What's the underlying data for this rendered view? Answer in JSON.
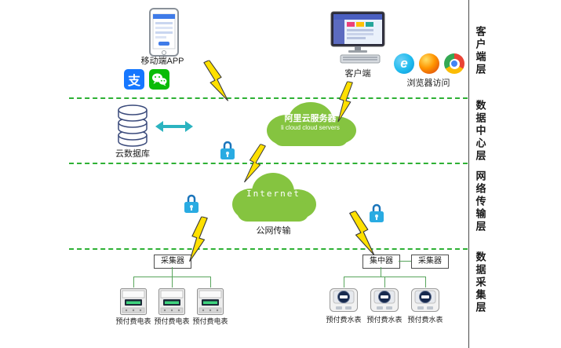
{
  "layer_labels": {
    "client": "客户端层",
    "datacenter": "数据中心层",
    "network": "网络传输层",
    "collection": "数据采集层"
  },
  "client_layer": {
    "mobile_app_label": "移动端APP",
    "alipay_glyph": "支",
    "client_label": "客户端",
    "browser_label": "浏览器访问"
  },
  "datacenter_layer": {
    "cloud_db_label": "云数据库",
    "ali_cloud_title": "阿里云服务器",
    "ali_cloud_subtitle": "li cloud  cloud servers"
  },
  "network_layer": {
    "internet_label": "Internet",
    "public_network_label": "公网传输"
  },
  "collection_layer": {
    "collector_left_label": "采集器",
    "concentrator_label": "集中器",
    "collector_right_label": "采集器",
    "electric_meter_labels": [
      "预付费电表",
      "预付费电表",
      "预付费电表"
    ],
    "water_meter_labels": [
      "预付费水表",
      "预付费水表",
      "预付费水表"
    ]
  },
  "colors": {
    "cloud_green": "#85C440",
    "separator_green": "#2EB135",
    "lightning_yellow": "#FFE000",
    "lock_blue": "#29ABE2",
    "alipay_blue": "#1677FF",
    "wechat_green": "#09BB07",
    "tree_line_green": "#58A55C"
  }
}
